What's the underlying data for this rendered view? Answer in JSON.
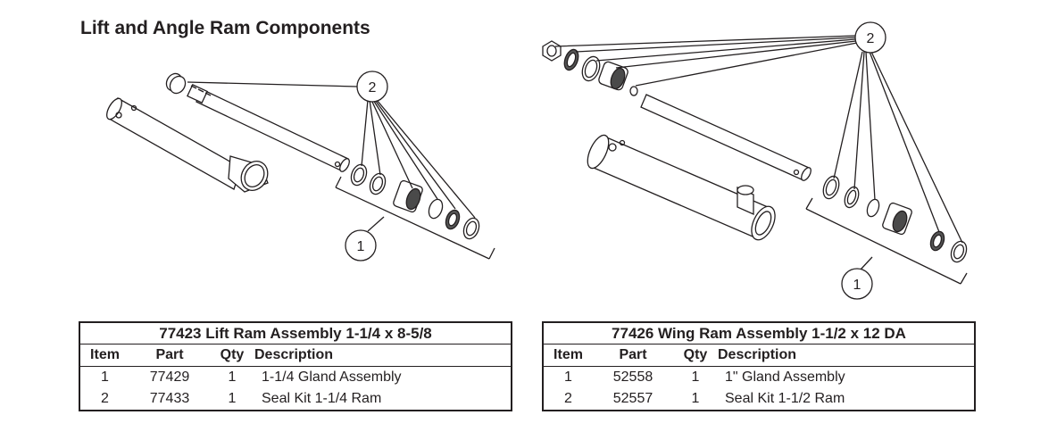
{
  "title": "Lift and Angle Ram Components",
  "callouts": {
    "left_gland": "1",
    "left_seal": "2",
    "right_gland": "1",
    "right_seal": "2"
  },
  "tables": [
    {
      "title": "77423  Lift Ram Assembly 1-1/4 x 8-5/8",
      "headers": [
        "Item",
        "Part",
        "Qty",
        "Description"
      ],
      "rows": [
        [
          "1",
          "77429",
          "1",
          "1-1/4 Gland Assembly"
        ],
        [
          "2",
          "77433",
          "1",
          "Seal Kit 1-1/4 Ram"
        ]
      ]
    },
    {
      "title": "77426  Wing Ram Assembly 1-1/2 x 12 DA",
      "headers": [
        "Item",
        "Part",
        "Qty",
        "Description"
      ],
      "rows": [
        [
          "1",
          "52558",
          "1",
          "1\" Gland Assembly"
        ],
        [
          "2",
          "52557",
          "1",
          "Seal Kit 1-1/2 Ram"
        ]
      ]
    }
  ]
}
